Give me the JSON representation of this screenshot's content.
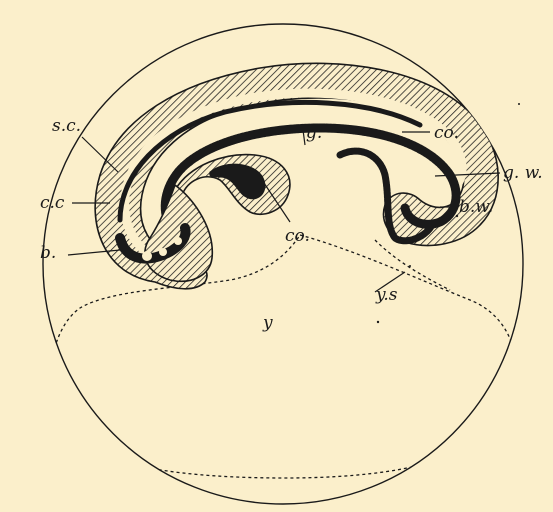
{
  "figure": {
    "background": "#fbefcb",
    "ink": "#1a1a1a",
    "labels": {
      "sc": "s.c.",
      "cc": "c.c",
      "b": "b.",
      "g": "g.",
      "co_top": "co.",
      "co_mid": "co.",
      "gw": "g. w.",
      "bw": "b.w.",
      "y": "y",
      "ys": "y.s"
    }
  }
}
